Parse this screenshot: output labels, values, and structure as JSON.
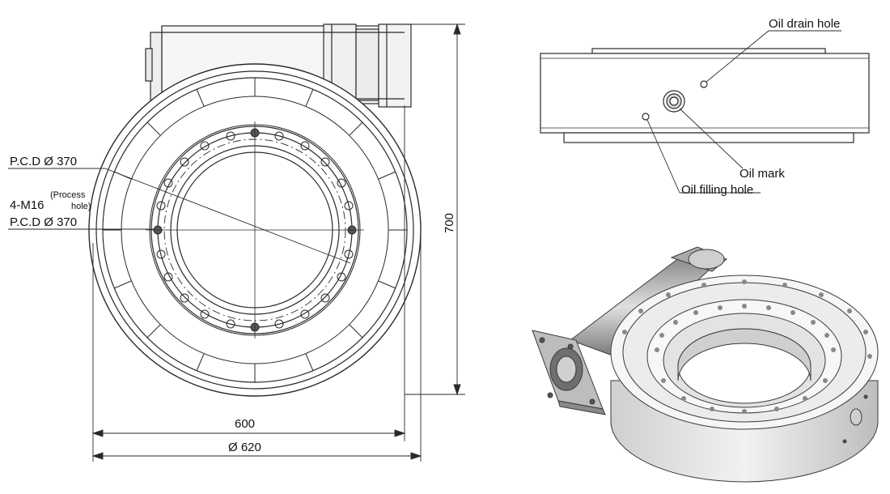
{
  "front_view": {
    "pcd_top": "P.C.D Ø 370",
    "thread_label": "4-M16",
    "process_hole_line1": "(Process",
    "process_hole_line2": "hole)",
    "pcd_bottom": "P.C.D Ø 370",
    "height_dim": "700",
    "width_dim": "600",
    "diameter_dim": "Ø 620"
  },
  "side_view": {
    "oil_drain_hole": "Oil drain hole",
    "oil_mark": "Oil mark",
    "oil_filling_hole": "Oil filling hole"
  },
  "colors": {
    "line": "#2a2a2a",
    "fill_light": "#f4f4f4",
    "fill_mid": "#e6e6e6",
    "render_dark": "#9a9a9a"
  }
}
